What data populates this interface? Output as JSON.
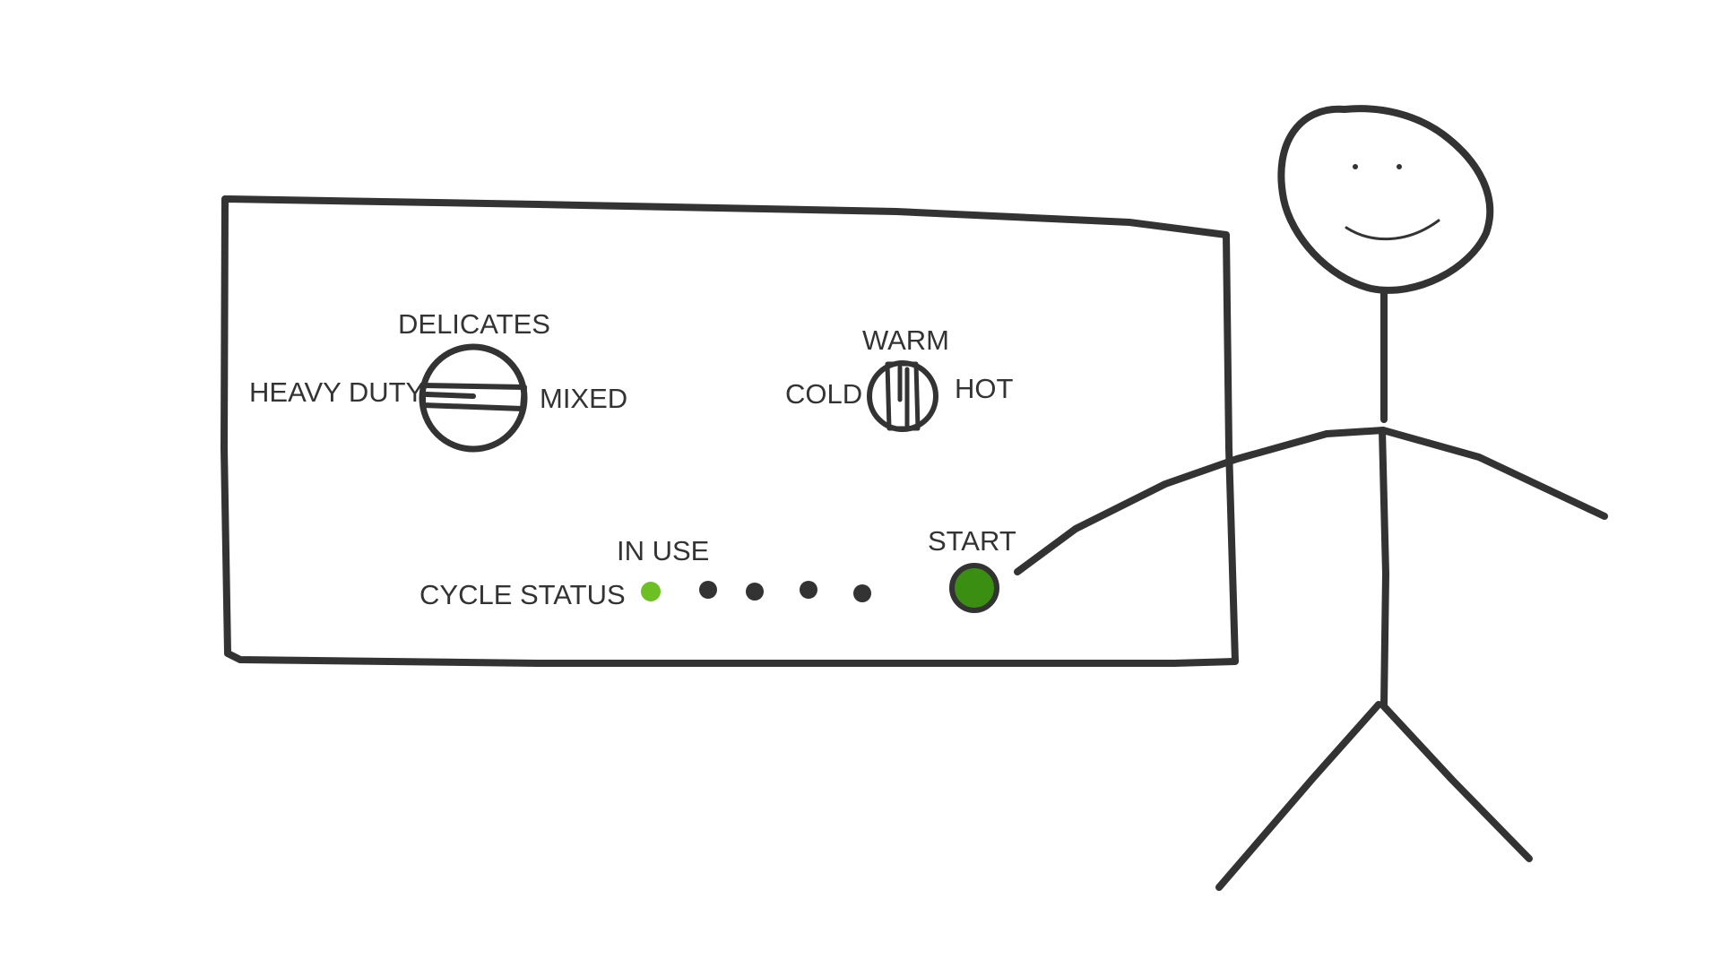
{
  "panel": {
    "cycle_dial": {
      "top_label": "DELICATES",
      "left_label": "HEAVY DUTY",
      "right_label": "MIXED",
      "selected": "HEAVY DUTY"
    },
    "temperature_dial": {
      "top_label": "WARM",
      "left_label": "COLD",
      "right_label": "HOT",
      "selected": "WARM"
    },
    "cycle_status": {
      "label": "CYCLE STATUS",
      "active_label": "IN USE",
      "indicator_count": 5,
      "active_index": 0,
      "active_color": "#6cc024",
      "inactive_color": "#333333"
    },
    "start_button": {
      "label": "START",
      "color": "#3a8f13"
    }
  },
  "figure": {
    "description_icon": "stick-figure-icon"
  },
  "colors": {
    "stroke": "#333333",
    "background": "#ffffff"
  }
}
